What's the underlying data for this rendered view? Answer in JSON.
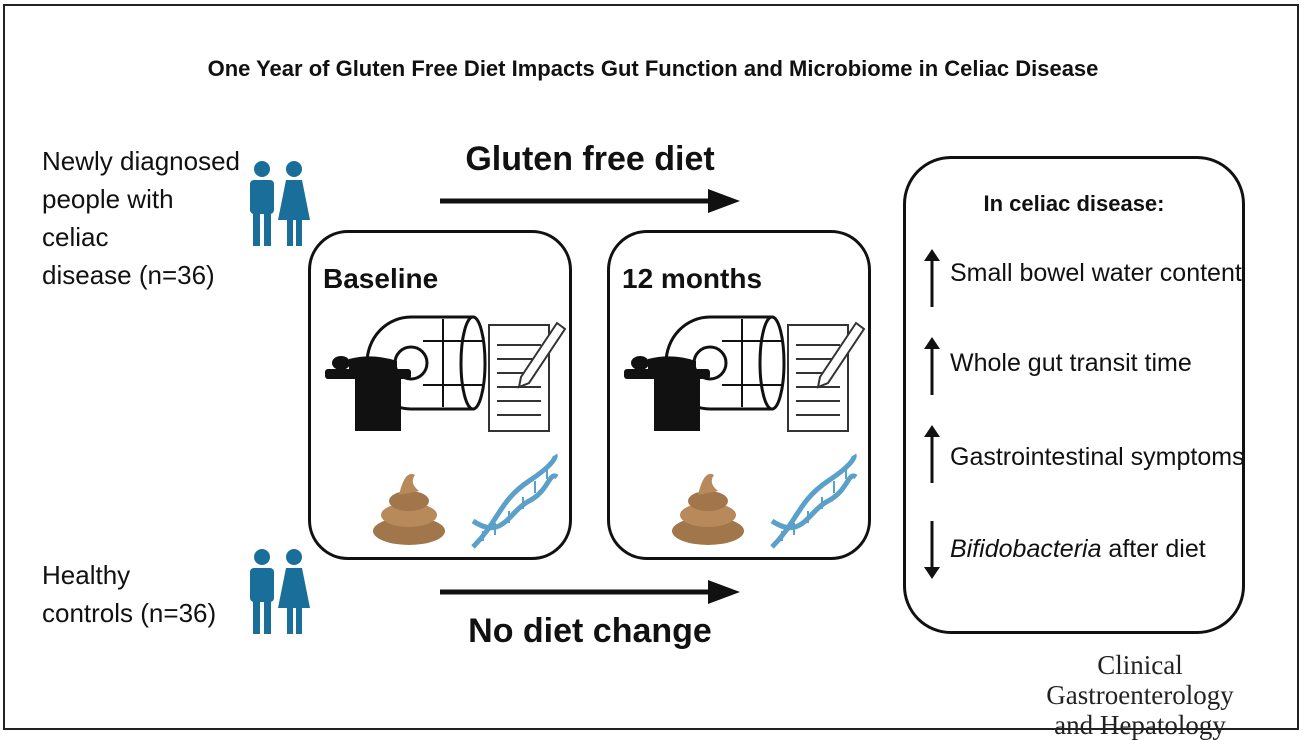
{
  "title": "One Year of Gluten Free Diet Impacts Gut Function and Microbiome in Celiac Disease",
  "groups": {
    "celiac": {
      "line1": "Newly diagnosed",
      "line2": "people with celiac",
      "line3": "disease (n=36)"
    },
    "healthy": {
      "line1": "Healthy",
      "line2": "controls (n=36)"
    }
  },
  "arrows": {
    "top_label": "Gluten free diet",
    "bottom_label": "No diet change"
  },
  "timepoints": [
    {
      "label": "Baseline"
    },
    {
      "label": "12 months"
    }
  ],
  "results": {
    "heading": "In celiac disease:",
    "findings": [
      {
        "direction": "up",
        "text": "Small bowel water content"
      },
      {
        "direction": "up",
        "text": "Whole gut transit time"
      },
      {
        "direction": "up",
        "text": "Gastrointestinal symptoms"
      },
      {
        "direction": "down",
        "italic": "Bifidobacteria",
        "text": " after diet"
      }
    ]
  },
  "journal": {
    "line1": "Clinical Gastroenterology",
    "line2": "and Hepatology"
  },
  "colors": {
    "person": "#1a6e9a",
    "stool": "#a0764a",
    "dna": "#5aa0c8",
    "line": "#111111"
  },
  "icons": [
    "person-male-icon",
    "person-female-icon",
    "mri-scanner-icon",
    "questionnaire-icon",
    "stool-icon",
    "dna-icon"
  ]
}
